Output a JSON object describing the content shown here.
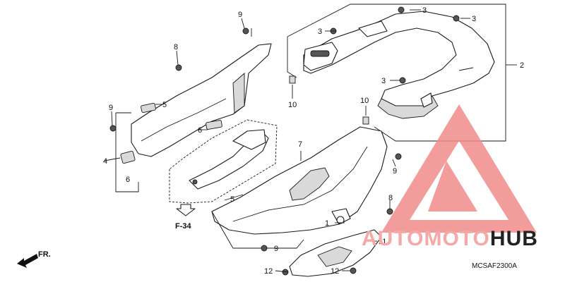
{
  "callouts": {
    "c1": "1",
    "c2": "2",
    "c3a": "3",
    "c3b": "3",
    "c3c": "3",
    "c3d": "3",
    "c4": "4",
    "c5a": "5",
    "c5b": "5",
    "c6a": "6",
    "c6b": "6",
    "c7": "7",
    "c8a": "8",
    "c8b": "8",
    "c9a": "9",
    "c9b": "9",
    "c9c": "9",
    "c9d": "9",
    "c10a": "10",
    "c10b": "10",
    "c11": "11",
    "c12a": "12",
    "c12b": "12"
  },
  "ref_label": "F-34",
  "direction_label": "FR.",
  "diagram_code": "MCSAF2300A",
  "watermark": {
    "part1": "AUTOMOTO",
    "part2": "HUB",
    "part1_color": "#f4a8a8",
    "part2_color": "#222222",
    "logo_color": "#f28b8b"
  }
}
